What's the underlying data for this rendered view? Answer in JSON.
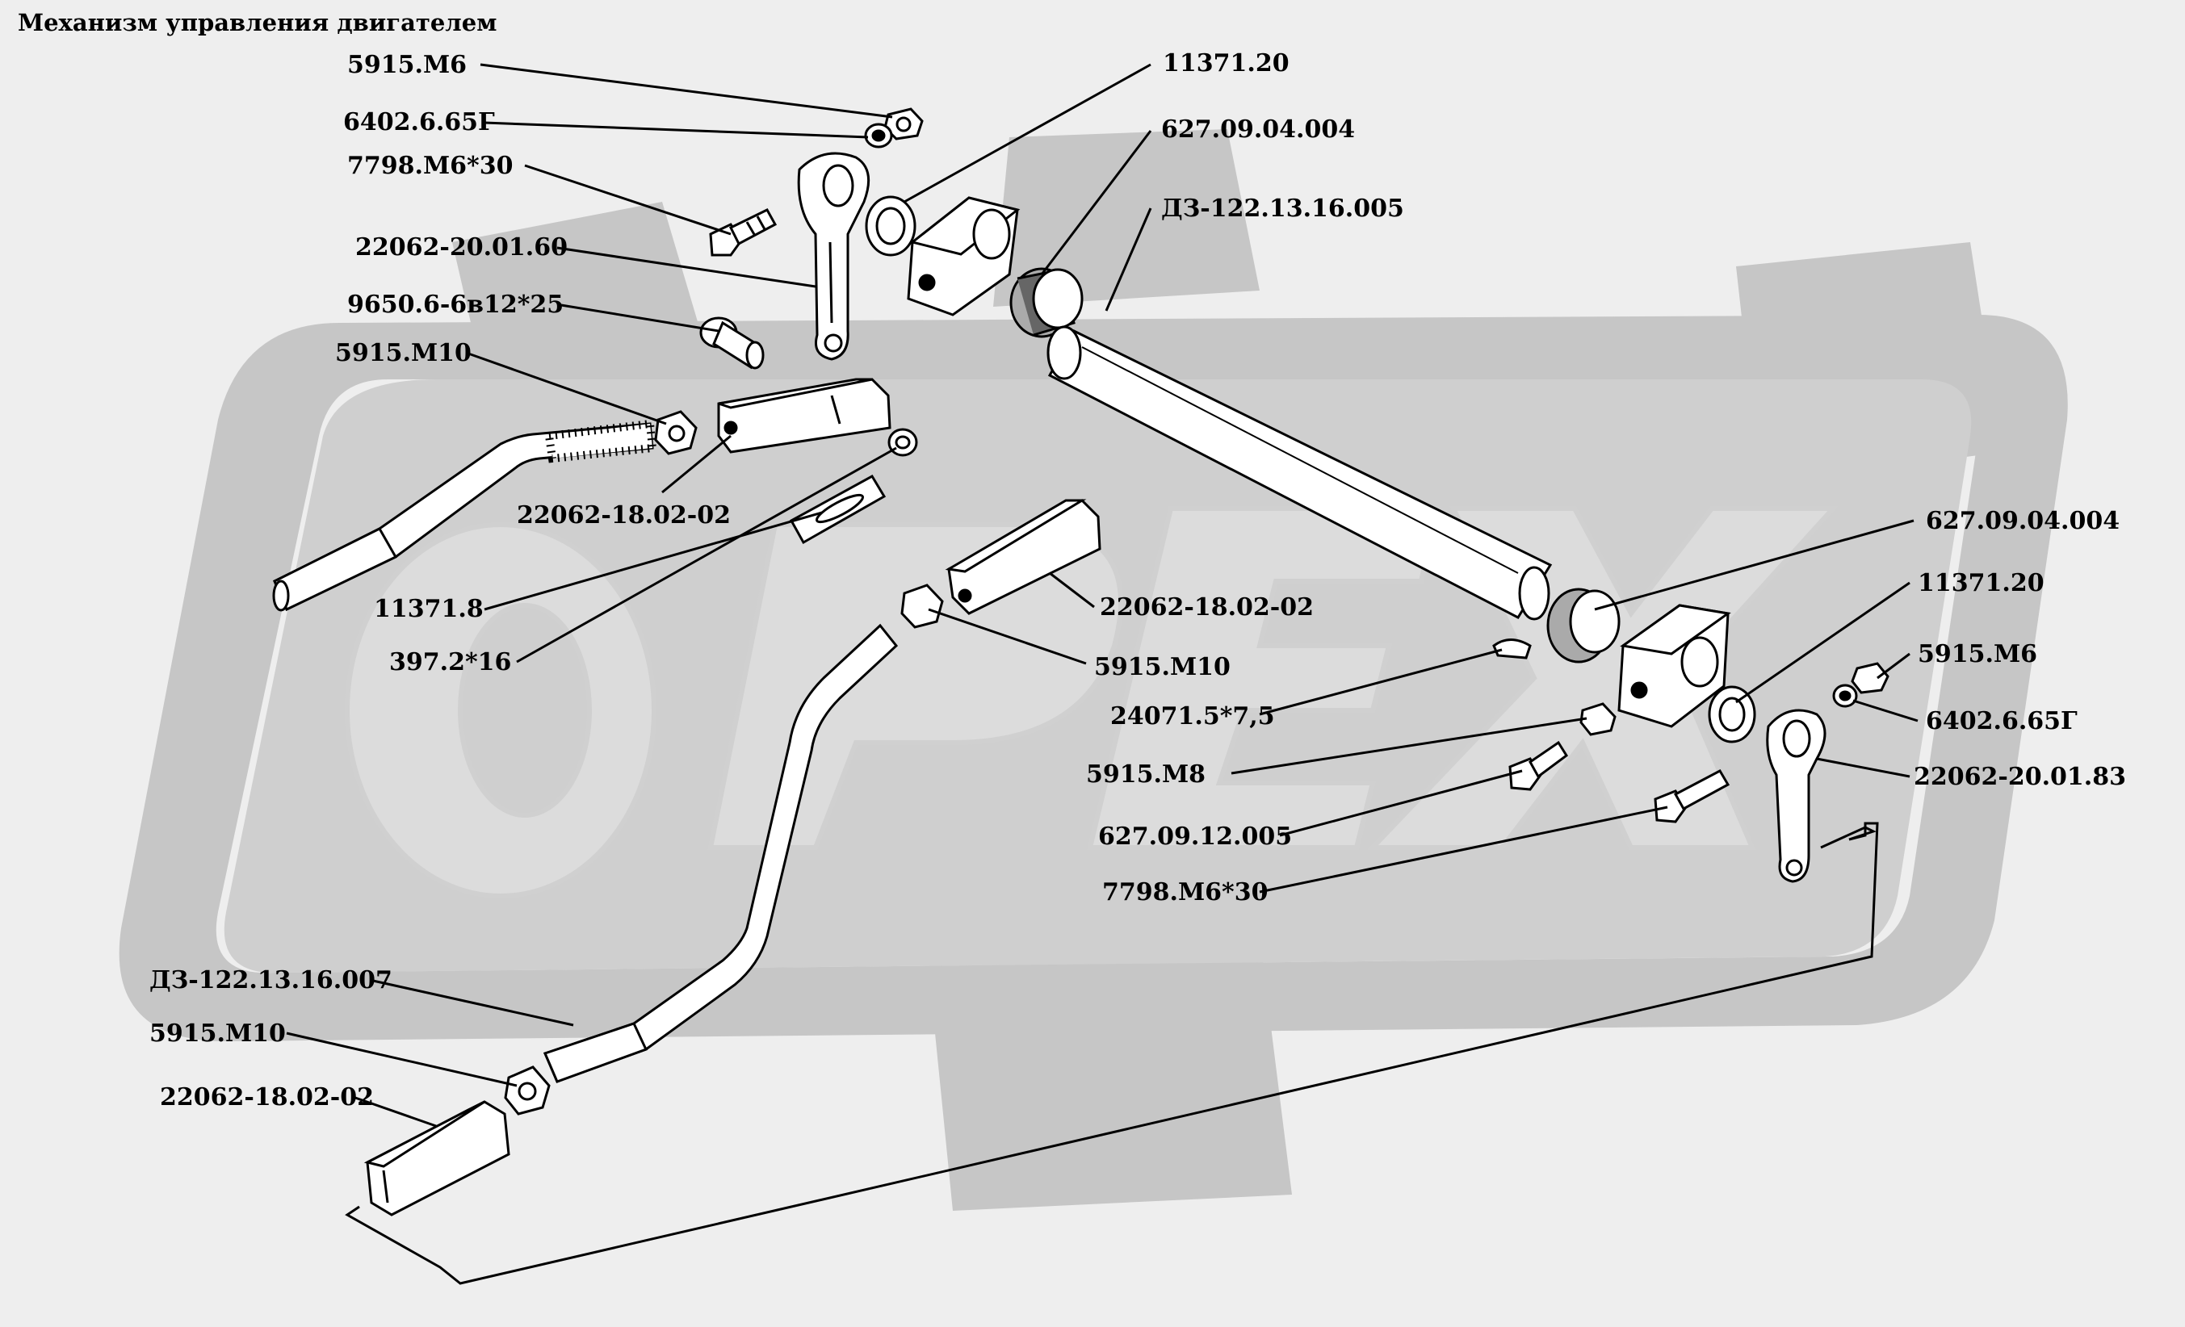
{
  "title": "Механизм управления двигателем",
  "callouts": [
    {
      "id": "c01",
      "text": "5915.М6"
    },
    {
      "id": "c02",
      "text": "6402.6.65Г"
    },
    {
      "id": "c03",
      "text": "7798.М6*30"
    },
    {
      "id": "c04",
      "text": "22062-20.01.60"
    },
    {
      "id": "c05",
      "text": "9650.6-6в12*25"
    },
    {
      "id": "c06",
      "text": "5915.М10"
    },
    {
      "id": "c07",
      "text": "22062-18.02-02"
    },
    {
      "id": "c08",
      "text": "11371.8"
    },
    {
      "id": "c09",
      "text": "397.2*16"
    },
    {
      "id": "c10",
      "text": "11371.20"
    },
    {
      "id": "c11",
      "text": "627.09.04.004"
    },
    {
      "id": "c12",
      "text": "ДЗ-122.13.16.005"
    },
    {
      "id": "c13",
      "text": "22062-18.02-02"
    },
    {
      "id": "c14",
      "text": "5915.М10"
    },
    {
      "id": "c15",
      "text": "24071.5*7,5"
    },
    {
      "id": "c16",
      "text": "5915.М8"
    },
    {
      "id": "c17",
      "text": "627.09.12.005"
    },
    {
      "id": "c18",
      "text": "7798.М6*30"
    },
    {
      "id": "c19",
      "text": "627.09.04.004"
    },
    {
      "id": "c20",
      "text": "11371.20"
    },
    {
      "id": "c21",
      "text": "5915.М6"
    },
    {
      "id": "c22",
      "text": "6402.6.65Г"
    },
    {
      "id": "c23",
      "text": "22062-20.01.83"
    },
    {
      "id": "c24",
      "text": "ДЗ-122.13.16.007"
    },
    {
      "id": "c25",
      "text": "5915.М10"
    },
    {
      "id": "c26",
      "text": "22062-18.02-02"
    }
  ]
}
